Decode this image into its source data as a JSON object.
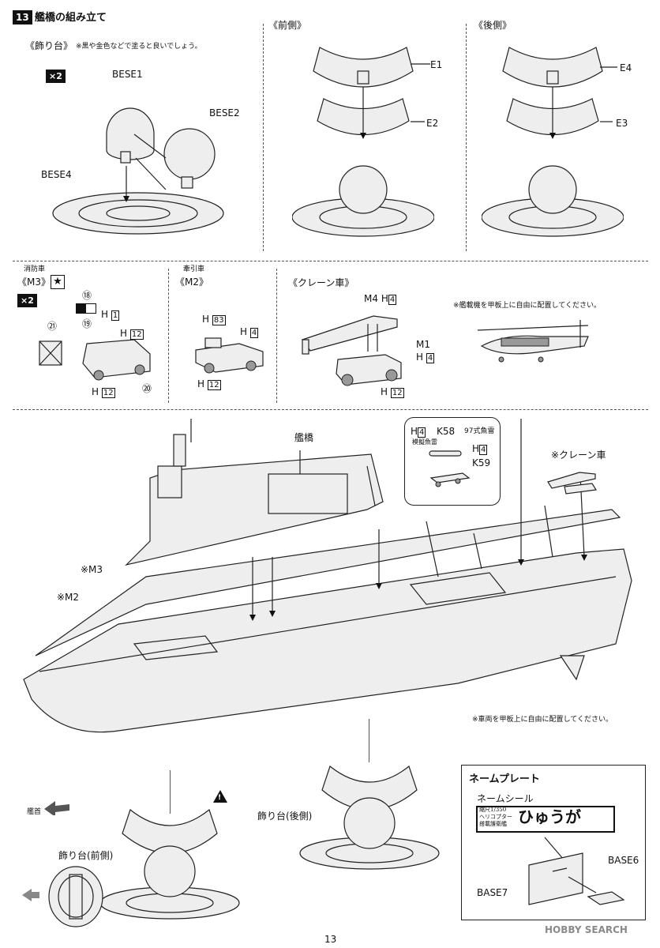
{
  "step": {
    "number": "13",
    "title": "艦橋の組み立て"
  },
  "stand": {
    "title": "《飾り台》",
    "note": "※黒や金色などで塗ると良いでしょう。",
    "qty": "×2",
    "parts": {
      "bese1": "BESE1",
      "bese2": "BESE2",
      "bese4": "BESE4"
    }
  },
  "front_stand": {
    "title": "《前側》",
    "e1": "E1",
    "e2": "E2"
  },
  "rear_stand": {
    "title": "《後側》",
    "e4": "E4",
    "e3": "E3"
  },
  "fire_truck": {
    "category": "消防車",
    "title": "《M3》",
    "qty": "×2",
    "parts": {
      "p18": "⑱",
      "p19": "⑲",
      "p21": "㉑",
      "p20": "⑳",
      "h1": "H",
      "h1n": "1",
      "h12a": "H",
      "h12an": "12",
      "h12b": "H",
      "h12bn": "12"
    }
  },
  "tow_truck": {
    "category": "牽引車",
    "title": "《M2》",
    "parts": {
      "h83": "H",
      "h83n": "83",
      "h4": "H",
      "h4n": "4",
      "h12": "H",
      "h12n": "12"
    }
  },
  "crane": {
    "title": "《クレーン車》",
    "parts": {
      "m4": "M4",
      "h4a": "H",
      "h4an": "4",
      "m1": "M1",
      "h4b": "H",
      "h4bn": "4",
      "h12": "H",
      "h12n": "12"
    }
  },
  "heli_note": "※艦載機を甲板上に自由に配置してください。",
  "torpedo": {
    "h4": "H",
    "h4n": "4",
    "k58": "K58",
    "label": "97式魚雷",
    "sub": "模擬魚雷",
    "h4b": "H",
    "h4bn": "4",
    "k59": "K59"
  },
  "main": {
    "bridge": "艦橋",
    "crane_car": "※クレーン車",
    "m3": "※M3",
    "m2": "※M2",
    "vehicle_note": "※車両を甲板上に自由に配置してください。",
    "bow": "艦首",
    "front_stand": "飾り台(前側)",
    "rear_stand": "飾り台(後側)",
    "warning": "!"
  },
  "nameplate": {
    "title": "ネームプレート",
    "seal": "ネームシール",
    "seal_left1": "縮尺1/350",
    "seal_left2": "ヘリコプター",
    "seal_left3": "搭載護衛艦",
    "seal_name": "ひゅうが",
    "base6": "BASE6",
    "base7": "BASE7"
  },
  "page_number": "13",
  "watermark": "HOBBY SEARCH"
}
